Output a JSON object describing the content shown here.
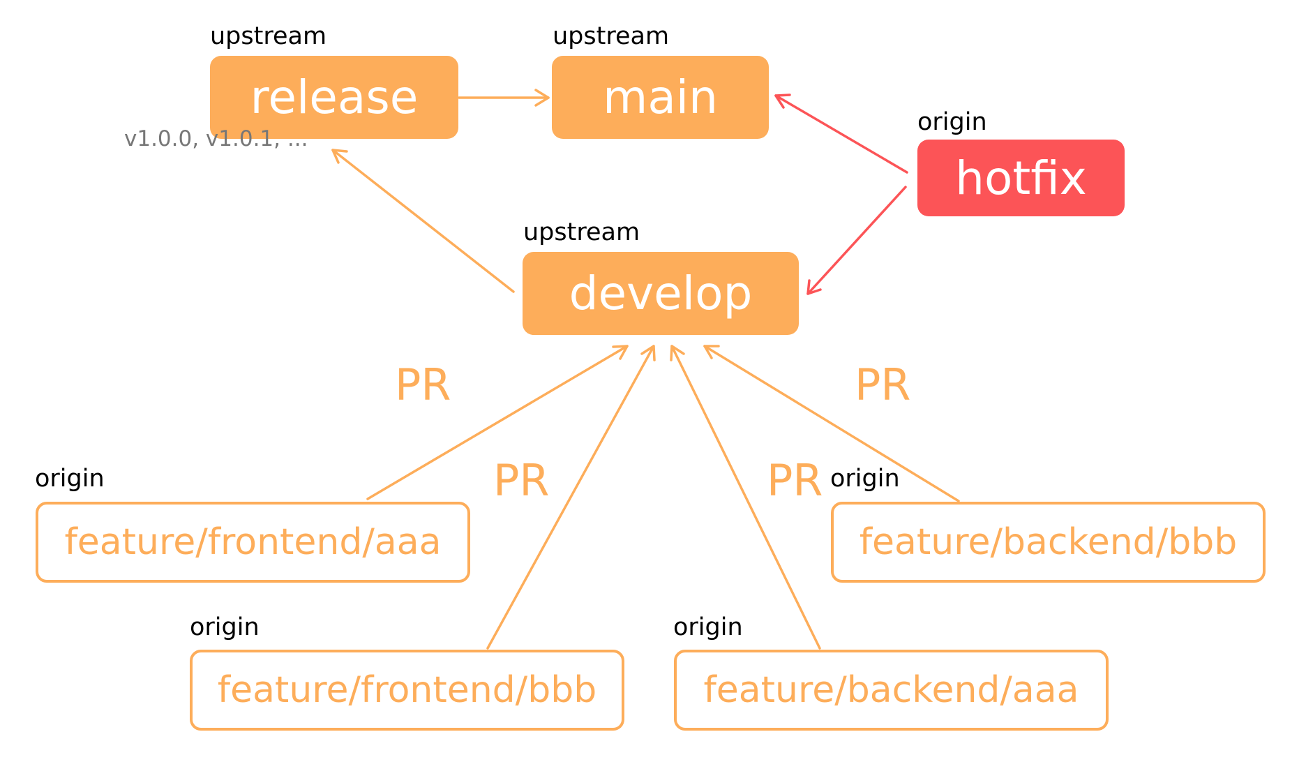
{
  "colors": {
    "primary": "#fdad5a",
    "hotfix": "#fc5457",
    "label_text": "#000000",
    "tags_text": "#777777"
  },
  "branches": {
    "release": {
      "label": "release",
      "remote": "upstream",
      "tags": "v1.0.0, v1.0.1, ..."
    },
    "main": {
      "label": "main",
      "remote": "upstream"
    },
    "hotfix": {
      "label": "hotfix",
      "remote": "origin"
    },
    "develop": {
      "label": "develop",
      "remote": "upstream"
    },
    "feature_frontend_aaa": {
      "label": "feature/frontend/aaa",
      "remote": "origin"
    },
    "feature_frontend_bbb": {
      "label": "feature/frontend/bbb",
      "remote": "origin"
    },
    "feature_backend_aaa": {
      "label": "feature/backend/aaa",
      "remote": "origin"
    },
    "feature_backend_bbb": {
      "label": "feature/backend/bbb",
      "remote": "origin"
    }
  },
  "pr_labels": [
    "PR",
    "PR",
    "PR",
    "PR"
  ],
  "edges": [
    {
      "from": "release",
      "to": "main",
      "color": "primary"
    },
    {
      "from": "hotfix",
      "to": "main",
      "color": "hotfix"
    },
    {
      "from": "hotfix",
      "to": "develop",
      "color": "hotfix"
    },
    {
      "from": "develop",
      "to": "release",
      "color": "primary"
    },
    {
      "from": "feature_frontend_aaa",
      "to": "develop",
      "color": "primary"
    },
    {
      "from": "feature_frontend_bbb",
      "to": "develop",
      "color": "primary"
    },
    {
      "from": "feature_backend_aaa",
      "to": "develop",
      "color": "primary"
    },
    {
      "from": "feature_backend_bbb",
      "to": "develop",
      "color": "primary"
    }
  ]
}
